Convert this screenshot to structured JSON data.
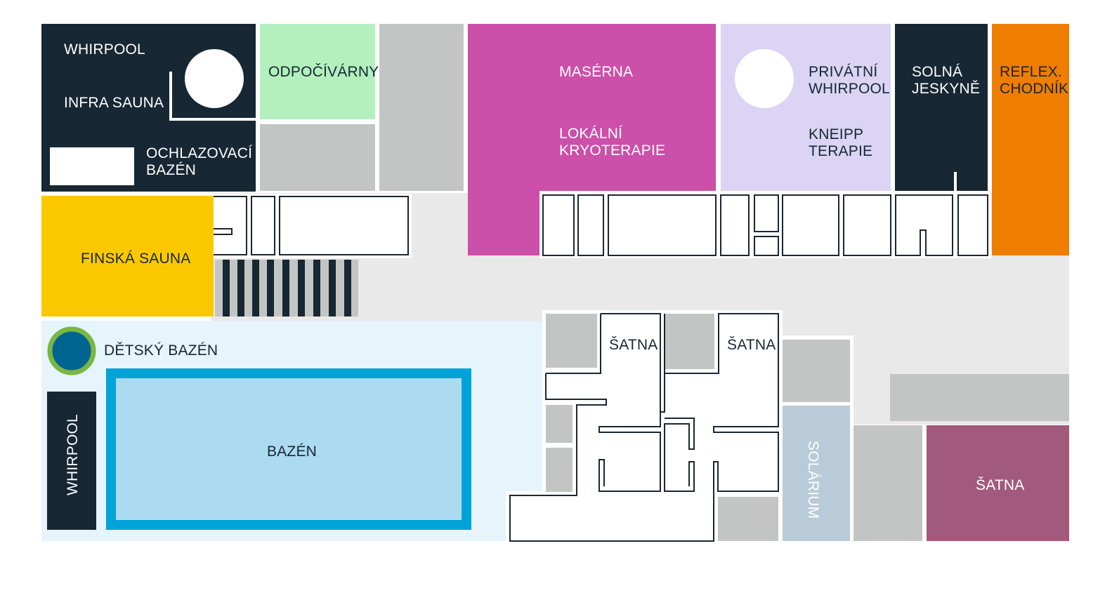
{
  "colors": {
    "dark": "#172733",
    "green": "#b3f0bd",
    "grey": "#c3c5c4",
    "corridor": "#e9e9e9",
    "magenta": "#cc4fa9",
    "lavender": "#dbd4f4",
    "orange": "#ef7d00",
    "yellow": "#fbc800",
    "pool_area": "#e6f4fb",
    "pool_water": "#acdaf1",
    "pool_border": "#00a3d7",
    "kids_pool": "#006490",
    "kids_pool_ring": "#7ab642",
    "solarium": "#b9cbd8",
    "changing_purple": "#a15a7c"
  },
  "labels": {
    "whirpool_top": "WHIRPOOL",
    "infra_sauna": "INFRA SAUNA",
    "cooling_pool_1": "OCHLAZOVACÍ",
    "cooling_pool_2": "BAZÉN",
    "rest_rooms": "ODPOČÍVÁRNY",
    "massage": "MASÉRNA",
    "cryo_1": "LOKÁLNÍ",
    "cryo_2": "KRYOTERAPIE",
    "private_whirpool_1": "PRIVÁTNÍ",
    "private_whirpool_2": "WHIRPOOL",
    "kneipp_1": "KNEIPP",
    "kneipp_2": "TERAPIE",
    "salt_cave_1": "SOLNÁ",
    "salt_cave_2": "JESKYNĚ",
    "reflex_1": "REFLEX.",
    "reflex_2": "CHODNÍK",
    "finnish_sauna": "FINSKÁ SAUNA",
    "kids_pool": "DĚTSKÝ BAZÉN",
    "whirpool_side": "WHIRPOOL",
    "pool": "BAZÉN",
    "changing_1": "ŠATNA",
    "changing_2": "ŠATNA",
    "solarium": "SOLÁRIUM",
    "changing_3": "ŠATNA"
  }
}
